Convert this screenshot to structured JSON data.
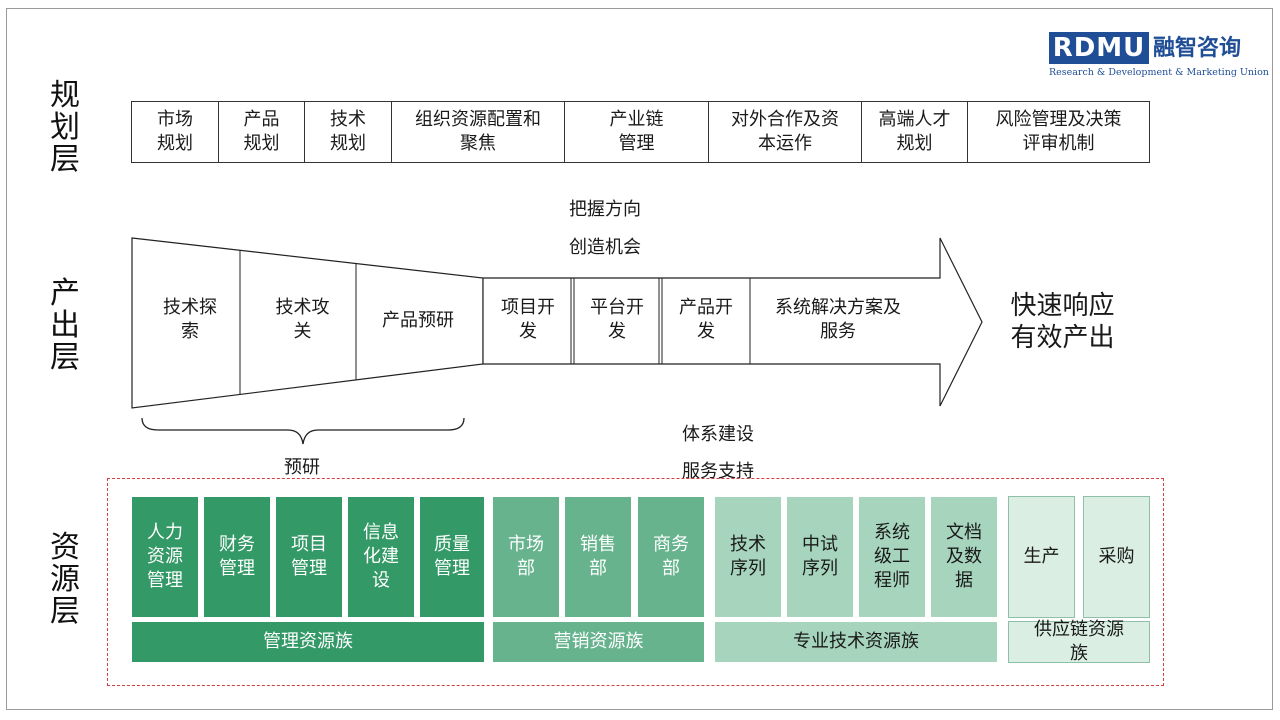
{
  "logo": {
    "mark": "RDMU",
    "chinese": "融智咨询",
    "subtitle": "Research & Development & Marketing Union"
  },
  "layers": {
    "planning": "规划层",
    "output": "产出层",
    "resource": "资源层"
  },
  "planning_items": [
    "市场\n规划",
    "产品\n规划",
    "技术\n规划",
    "组织资源配置和\n聚焦",
    "产业链\n管理",
    "对外合作及资\n本运作",
    "高端人才\n规划",
    "风险管理及决策\n评审机制"
  ],
  "guidance": {
    "line1": "把握方向",
    "line2": "创造机会"
  },
  "funnel_items": [
    "技术探\n索",
    "技术攻\n关",
    "产品预研"
  ],
  "arrow_items": [
    "项目开\n发",
    "平台开\n发",
    "产品开\n发",
    "系统解决方案及\n服务"
  ],
  "result": "快速响应\n有效产出",
  "brace_label": "预研",
  "support": {
    "line1": "体系建设",
    "line2": "服务支持"
  },
  "resource_families": [
    {
      "name": "管理资源族",
      "items": [
        "人力\n资源\n管理",
        "财务\n管理",
        "项目\n管理",
        "信息\n化建\n设",
        "质量\n管理"
      ]
    },
    {
      "name": "营销资源族",
      "items": [
        "市场\n部",
        "销售\n部",
        "商务\n部"
      ]
    },
    {
      "name": "专业技术资源族",
      "items": [
        "技术\n序列",
        "中试\n序列",
        "系统\n级工\n程师",
        "文档\n及数\n据"
      ]
    },
    {
      "name": "供应链资源\n族",
      "items": [
        "生产",
        "采购"
      ]
    }
  ],
  "colors": {
    "management": "#339966",
    "marketing": "#66b38d",
    "technical": "#a6d4bd",
    "supply_chain": "#daeee3",
    "dashed_border": "#d04040",
    "logo_blue": "#1f4e96"
  }
}
